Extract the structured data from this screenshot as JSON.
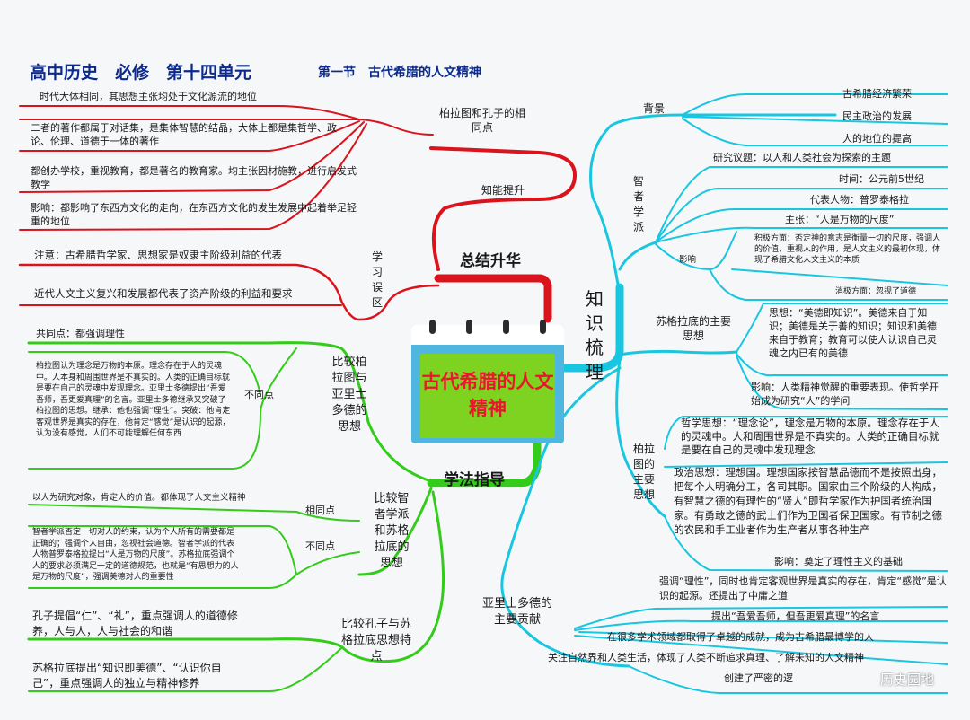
{
  "header": {
    "title": "高中历史　必修　第十四单元",
    "subtitle": "第一节　古代希腊的人文精神"
  },
  "center": {
    "title": "古代希腊的人文精神"
  },
  "branches": {
    "summary": {
      "label": "总结升华",
      "ability": {
        "label": "知能提升",
        "common": {
          "label": "柏拉图和孔子的相同点",
          "items": [
            "时代大体相同，其思想主张均处于文化源流的地位",
            "二者的著作都属于对话集，是集体智慧的结晶，大体上都是集哲学、政论、伦理、道德于一体的著作",
            "都创办学校，重视教育，都是著名的教育家。均主张因材施教，进行启发式教学",
            "影响：都影响了东西方文化的走向，在东西方文化的发生发展中起着举足轻重的地位"
          ]
        }
      },
      "mistakes": {
        "label": "学习误区",
        "items": [
          "注意：古希腊哲学家、思想家是奴隶主阶级利益的代表",
          "近代人文主义复兴和发展都代表了资产阶级的利益和要求"
        ]
      }
    },
    "method": {
      "label": "学法指导",
      "compare1": {
        "label": "比较柏拉图与亚里士多德的思想",
        "same": "共同点：都强调理性",
        "diff_label": "不同点",
        "diff_text": "柏拉图认为理念是万物的本原。理念存在于人的灵魂中。人本身和周围世界是不真实的。人类的正确目标就是要在自己的灵魂中发现理念。亚里士多德提出“吾爱吾师，吾更爱真理”的名言。亚里士多德继承又突破了柏拉图的思想。继承：他也强调“理性”。突破：他肯定客观世界是真实的存在，他肯定“感觉”是认识的起源，认为没有感觉，人们不可能理解任何东西"
      },
      "compare2": {
        "label": "比较智者学派和苏格拉底的思想",
        "same_label": "相同点",
        "same_text": "以人为研究对象，肯定人的价值。都体现了人文主义精神",
        "diff_label": "不同点",
        "diff_text": "智者学派否定一切对人的约束，认为个人所有的需要都是正确的；强调个人自由，忽视社会道德。智者学派的代表人物普罗泰格拉提出“人是万物的尺度”。苏格拉底强调个人的要求必须满足一定的道德规范，也就是“有思想力的人是万物的尺度”，强调美德对人的重要性"
      },
      "compare3": {
        "label": "比较孔子与苏格拉底思想特点",
        "items": [
          "孔子提倡“仁”、“礼”，重点强调人的道德修养，人与人，人与社会的和谐",
          "苏格拉底提出“知识即美德”、“认识你自己”，重点强调人的独立与精神修养"
        ]
      }
    },
    "knowledge": {
      "label": "知识梳理",
      "background": {
        "label": "背景",
        "items": [
          "古希腊经济繁荣",
          "民主政治的发展",
          "人的地位的提高"
        ]
      },
      "sophists": {
        "label": "智者学派",
        "topic": "研究议题：以人和人类社会为探索的主题",
        "time": "时间：公元前5世纪",
        "rep": "代表人物：普罗泰格拉",
        "claim": "主张：“人是万物的尺度”",
        "influence_label": "影响",
        "positive": "积极方面：否定神的意志是衡量一切的尺度，强调人的价值，重视人的作用，是人文主义的最初体现，体现了希腊文化人文主义的本质",
        "negative": "消极方面：忽视了道德"
      },
      "socrates": {
        "label": "苏格拉底的主要思想",
        "thought": "思想：“美德即知识”。美德来自于知识；美德是关于善的知识；知识和美德来自于教育；教育可以使人认识自己灵魂之内已有的美德",
        "influence": "影响：人类精神觉醒的重要表现。使哲学开始成为研究“人”的学问"
      },
      "plato": {
        "label": "柏拉图的主要思想",
        "philosophy": "哲学思想：“理念论”，理念是万物的本原。理念存在于人的灵魂中。人和周围世界是不真实的。人类的正确目标就是要在自己的灵魂中发现理念",
        "politics": "政治思想：理想国。理想国家按智慧品德而不是按照出身，把每个人明确分工，各司其职。国家由三个阶级的人构成，有智慧之德的有理性的“贤人”即哲学家作为护国者统治国家。有勇敢之德的武士们作为卫国者保卫国家。有节制之德的农民和手工业者作为生产者从事各种生产",
        "influence": "影响：奠定了理性主义的基础"
      },
      "aristotle": {
        "label": "亚里士多德的主要贡献",
        "items": [
          "强调“理性”，同时也肯定客观世界是真实的存在，肯定“感觉”是认识的起源。还提出了中庸之道",
          "提出“吾爱吾师，但吾更爱真理”的名言",
          "在很多学术领域都取得了卓越的成就，成为古希腊最博学的人",
          "关注自然界和人类生活，体现了人类不断追求真理、了解未知的人文精神",
          "创建了严密的逻"
        ]
      }
    }
  },
  "watermark": "历史园地",
  "colors": {
    "red": "#d9141d",
    "green": "#33cc1a",
    "cyan": "#19c6e0",
    "title": "#0b2a8c",
    "center_text": "#e8172b"
  }
}
